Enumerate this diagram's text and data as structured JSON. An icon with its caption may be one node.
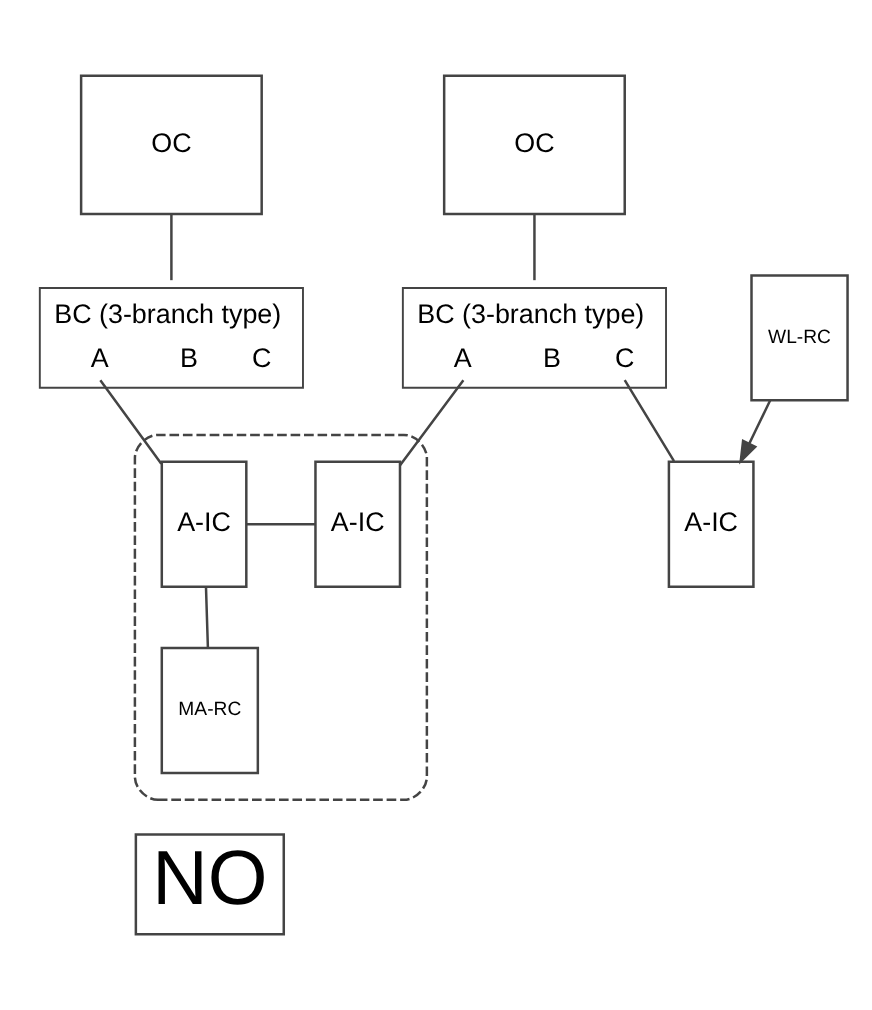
{
  "diagram": {
    "nodes": [
      {
        "text": [
          "OC"
        ]
      },
      {
        "text": [
          "OC"
        ]
      },
      {
        "text": [
          "BC (3-branch type)",
          "A",
          "B",
          "C"
        ]
      },
      {
        "text": [
          "BC (3-branch type)",
          "A",
          "B",
          "C"
        ]
      },
      {
        "text": [],
        "shape": "box"
      },
      {
        "text": [
          "A-IC"
        ],
        "in": 4
      },
      {
        "text": [
          "A-IC"
        ],
        "in": 4
      },
      {
        "text": [
          "A-IC"
        ]
      },
      {
        "text": [
          "MA-RC"
        ],
        "in": 4
      },
      {
        "text": [
          "WL-RC"
        ]
      },
      {
        "text": [
          "NO"
        ]
      }
    ],
    "edges": [
      {
        "from": 0,
        "to": 2,
        "arrow": "none"
      },
      {
        "from": 1,
        "to": 3,
        "arrow": "none"
      },
      {
        "from": 2,
        "to": 5,
        "arrow": "none"
      },
      {
        "from": 3,
        "to": 6,
        "arrow": "none"
      },
      {
        "from": 3,
        "to": 7,
        "arrow": "none"
      },
      {
        "from": 5,
        "to": 6,
        "arrow": "none"
      },
      {
        "from": 5,
        "to": 8,
        "arrow": "none"
      },
      {
        "from": 9,
        "to": 7,
        "arrow": "to"
      }
    ]
  }
}
